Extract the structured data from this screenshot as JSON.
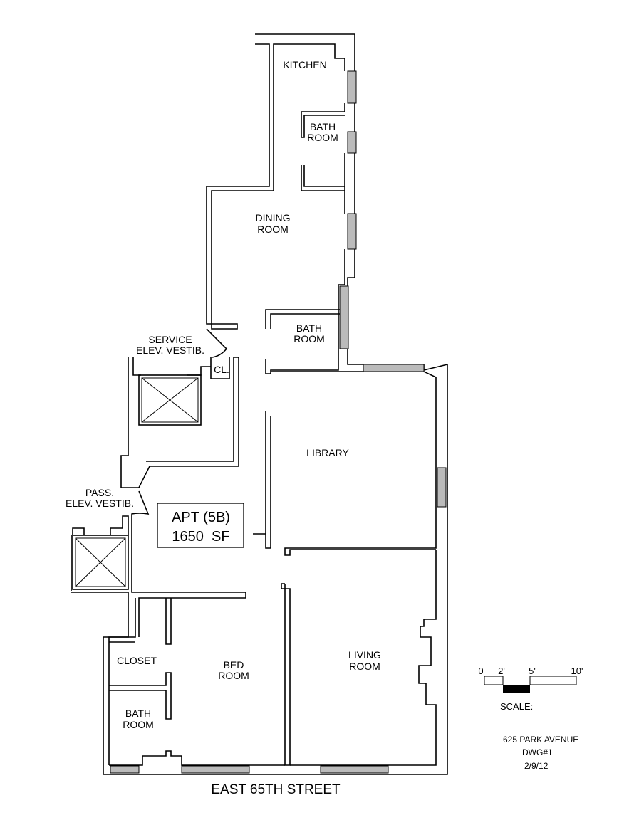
{
  "rooms": {
    "kitchen": "KITCHEN",
    "bath1": [
      "BATH",
      "ROOM"
    ],
    "dining": [
      "DINING",
      "ROOM"
    ],
    "bath2": [
      "BATH",
      "ROOM"
    ],
    "service_vestib": [
      "SERVICE",
      "ELEV. VESTIB."
    ],
    "closet_small": "CL.",
    "library": "LIBRARY",
    "pass_vestib": [
      "PASS.",
      "ELEV. VESTIB."
    ],
    "closet": "CLOSET",
    "bedroom": [
      "BED",
      "ROOM"
    ],
    "bath3": [
      "BATH",
      "ROOM"
    ],
    "living": [
      "LIVING",
      "ROOM"
    ]
  },
  "apartment": {
    "unit": "APT (5B)",
    "area": "1650  SF"
  },
  "street": "EAST 65TH STREET",
  "scale": {
    "ticks": [
      "0",
      "2'",
      "5'",
      "10'"
    ],
    "label": "SCALE:"
  },
  "title_block": {
    "address": "625 PARK AVENUE",
    "drawing": "DWG#1",
    "date": "2/9/12"
  }
}
